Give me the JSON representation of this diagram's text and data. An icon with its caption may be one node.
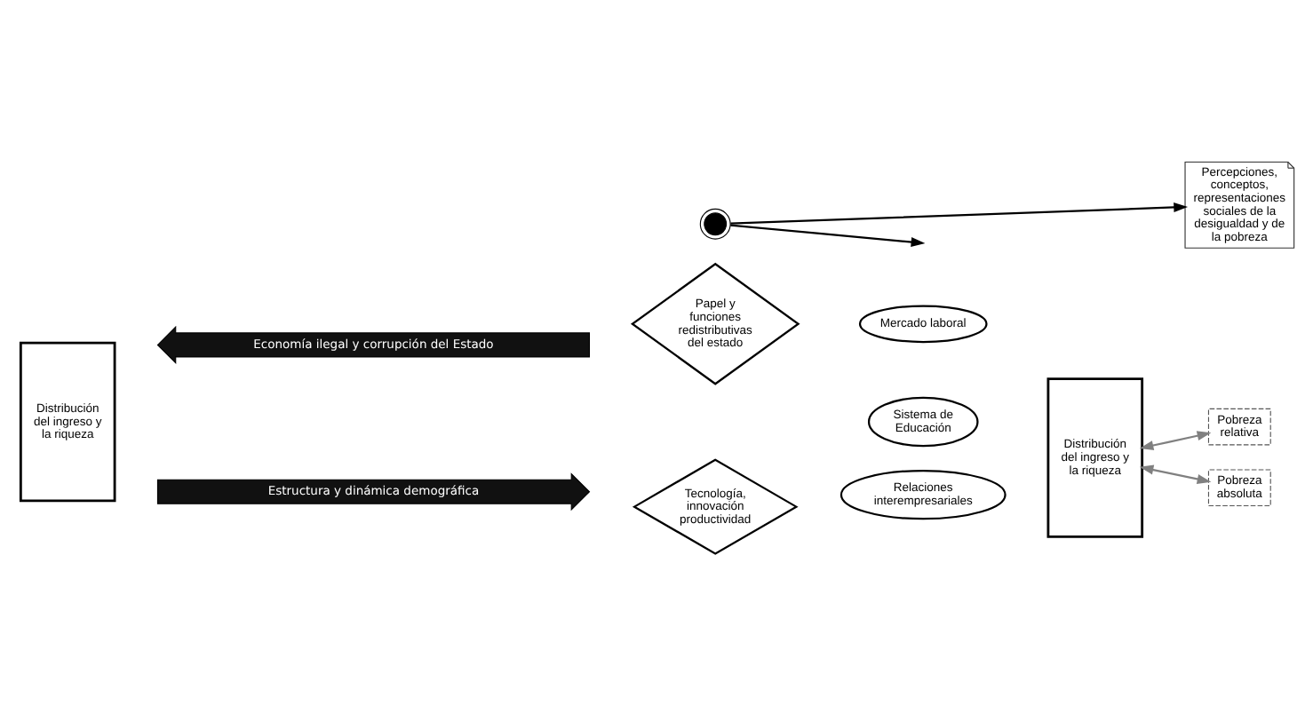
{
  "diagram": {
    "nodes": [
      {
        "text": [
          "Economía ilegal y corrupción del Estado"
        ]
      },
      {
        "text": [
          "Distribución del ingreso y la riqueza"
        ]
      },
      {
        "text": [
          "Papel y funciones redistributivas del estado"
        ]
      },
      {
        "text": [
          "Sistema de Educación"
        ]
      },
      {
        "text": [
          "Mercado laboral"
        ]
      },
      {
        "text": [],
        "shape": "circle"
      },
      {
        "text": [
          "Relaciones interempresariales"
        ]
      },
      {
        "text": [
          "Distribución del ingreso y la riqueza"
        ]
      },
      {
        "text": [
          "Pobreza relativa"
        ]
      },
      {
        "text": [
          "Pobreza absoluta"
        ]
      },
      {
        "text": [
          "Tecnología, innovación productividad"
        ]
      },
      {
        "text": [
          "Percepciones, conceptos, representaciones sociales de la desigualdad y de la pobreza"
        ]
      },
      {
        "text": [
          "Estructura y dinámica demográfica"
        ]
      }
    ],
    "edges": [
      {
        "from": 5,
        "to": null,
        "arrow": "to"
      },
      {
        "from": 5,
        "to": 11,
        "arrow": "to"
      },
      {
        "from": 7,
        "to": 8,
        "arrow": "both",
        "color": "#808080"
      },
      {
        "from": 7,
        "to": 9,
        "arrow": "both",
        "color": "#808080"
      }
    ]
  }
}
